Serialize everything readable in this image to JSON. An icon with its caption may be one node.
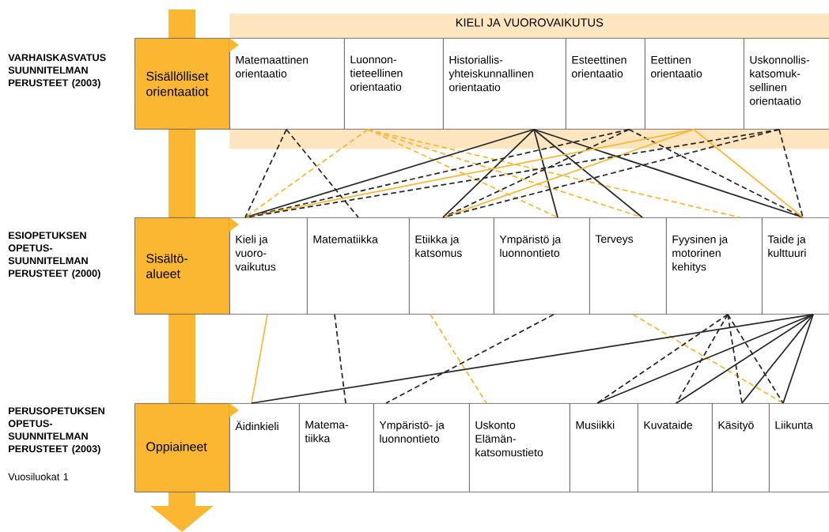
{
  "diagram": {
    "nodes": [
      {
        "text": [
          "KIELI JA VUOROVAIKUTUS"
        ]
      },
      {
        "text": [
          "Sisällölliset orientaatiot"
        ]
      },
      {
        "text": [
          "Matemaattinen orientaatio"
        ],
        "in": 0
      },
      {
        "text": [
          "Luonnon- tieteellinen orientaatio"
        ],
        "in": 0
      },
      {
        "text": [
          "Historiallis- yhteiskunnallinen orientaatio"
        ],
        "in": 0
      },
      {
        "text": [
          "Esteettinen orientaatio"
        ],
        "in": 0
      },
      {
        "text": [
          "Eettinen orientaatio"
        ],
        "in": 0
      },
      {
        "text": [
          "Uskonnollis- katsomuk- sellinen orientaatio"
        ],
        "in": 0
      },
      {
        "text": [
          "Sisältö- alueet"
        ]
      },
      {
        "text": [
          "Kieli ja vuoro- vaikutus"
        ]
      },
      {
        "text": [
          "Matematiikka"
        ]
      },
      {
        "text": [
          "Etiikka ja katsomus"
        ]
      },
      {
        "text": [
          "Ympäristö ja luonnontieto"
        ]
      },
      {
        "text": [
          "Terveys"
        ]
      },
      {
        "text": [
          "Fyysinen ja motorinen kehitys"
        ]
      },
      {
        "text": [
          "Taide ja kulttuuri"
        ]
      },
      {
        "text": [
          "Oppiaineet"
        ]
      },
      {
        "text": [
          "Äidinkieli"
        ]
      },
      {
        "text": [
          "Matema- tiikka"
        ]
      },
      {
        "text": [
          "Ympäristö- ja luonnontieto"
        ]
      },
      {
        "text": [
          "Uskonto",
          "Elämän- katsomustieto"
        ]
      },
      {
        "text": [
          "Musiikki"
        ]
      },
      {
        "text": [
          "Kuvataide"
        ]
      },
      {
        "text": [
          "Käsityö"
        ]
      },
      {
        "text": [
          "Liikunta"
        ]
      }
    ],
    "edges": [
      {
        "from": 2,
        "to": 9,
        "arrow": "none",
        "style": "dashed"
      },
      {
        "from": 2,
        "to": 10,
        "arrow": "none",
        "style": "dashed"
      },
      {
        "from": 3,
        "to": 9,
        "arrow": "none",
        "style": "dashed",
        "color": "#fbb731"
      },
      {
        "from": 3,
        "to": 12,
        "arrow": "none",
        "style": "dashed",
        "color": "#fbb731"
      },
      {
        "from": 3,
        "to": 13,
        "arrow": "none",
        "style": "dashed",
        "color": "#fbb731"
      },
      {
        "from": 3,
        "to": 14,
        "arrow": "none",
        "style": "dashed",
        "color": "#fbb731"
      },
      {
        "from": 4,
        "to": 9,
        "arrow": "none"
      },
      {
        "from": 4,
        "to": 11,
        "arrow": "none"
      },
      {
        "from": 4,
        "to": 12,
        "arrow": "none"
      },
      {
        "from": 4,
        "to": 13,
        "arrow": "none"
      },
      {
        "from": 4,
        "to": 15,
        "arrow": "none"
      },
      {
        "from": 5,
        "to": 9,
        "arrow": "none",
        "style": "dashed"
      },
      {
        "from": 5,
        "to": 11,
        "arrow": "none",
        "style": "dashed"
      },
      {
        "from": 5,
        "to": 15,
        "arrow": "none",
        "style": "dashed"
      },
      {
        "from": 6,
        "to": 9,
        "arrow": "none",
        "color": "#fbb731"
      },
      {
        "from": 6,
        "to": 11,
        "arrow": "none",
        "color": "#fbb731"
      },
      {
        "from": 6,
        "to": 15,
        "arrow": "none",
        "color": "#fbb731"
      },
      {
        "from": 7,
        "to": 9,
        "arrow": "none",
        "style": "dashed"
      },
      {
        "from": 7,
        "to": 11,
        "arrow": "none",
        "style": "dashed"
      },
      {
        "from": 7,
        "to": 15,
        "arrow": "none",
        "style": "dashed"
      },
      {
        "from": 9,
        "to": 17,
        "arrow": "none",
        "color": "#fbb731"
      },
      {
        "from": 10,
        "to": 18,
        "arrow": "none",
        "style": "dashed"
      },
      {
        "from": 11,
        "to": 20,
        "arrow": "none",
        "style": "dashed",
        "color": "#fbb731"
      },
      {
        "from": 12,
        "to": 19,
        "arrow": "none",
        "style": "dashed"
      },
      {
        "from": 13,
        "to": 24,
        "arrow": "none",
        "style": "dashed",
        "color": "#fbb731"
      },
      {
        "from": 14,
        "to": 21,
        "arrow": "none",
        "style": "dashed"
      },
      {
        "from": 14,
        "to": 22,
        "arrow": "none",
        "style": "dashed"
      },
      {
        "from": 14,
        "to": 23,
        "arrow": "none",
        "style": "dashed"
      },
      {
        "from": 14,
        "to": 24,
        "arrow": "none",
        "style": "dashed"
      },
      {
        "from": 15,
        "to": 17,
        "arrow": "none"
      },
      {
        "from": 15,
        "to": 21,
        "arrow": "none"
      },
      {
        "from": 15,
        "to": 22,
        "arrow": "none"
      },
      {
        "from": 15,
        "to": 23,
        "arrow": "none"
      },
      {
        "from": 15,
        "to": 24,
        "arrow": "none"
      }
    ],
    "labels": [
      "VARHAISKASVATUS SUUNNITELMAN PERUSTEET (2003)",
      "ESIOPETUKSEN OPETUS- SUUNNITELMAN PERUSTEET (2000)",
      "PERUSOPETUKSEN OPETUS- SUUNNITELMAN PERUSTEET (2003)",
      "Vuosiluokat 1"
    ]
  }
}
